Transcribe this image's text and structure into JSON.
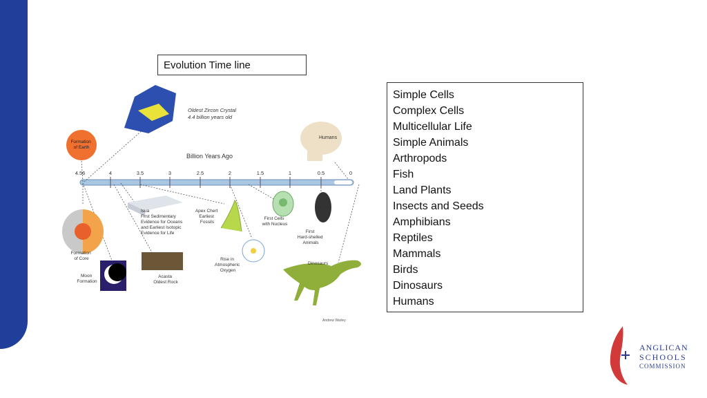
{
  "title": "Evolution Time line",
  "list_items": [
    "Simple Cells",
    "Complex Cells",
    "Multicellular Life",
    "Simple Animals",
    "Arthropods",
    "Fish",
    "Land Plants",
    "Insects and Seeds",
    "Amphibians",
    "Reptiles",
    "Mammals",
    "Birds",
    "Dinosaurs",
    "Humans"
  ],
  "diagram": {
    "axis_title": "Billion Years Ago",
    "ticks": [
      "4.56",
      "4",
      "3.5",
      "3",
      "2.5",
      "2",
      "1.5",
      "1",
      "0.5",
      "0"
    ],
    "labels": {
      "zircon": [
        "Oldest Zircon Crystal",
        "4.4 billion years old"
      ],
      "earth": [
        "Formation",
        "of Earth"
      ],
      "humans": "Humans",
      "isua": [
        "Isua",
        "First Sedimentary",
        "Evidence for Oceans",
        "and Earliest Isotopic",
        "Evidence for Life"
      ],
      "apex": [
        "Apex Chert",
        "Earliest",
        "Fossils"
      ],
      "firstcells": [
        "First Cells",
        "with Nucleus"
      ],
      "hardshelled": [
        "First",
        "Hard-shelled",
        "Animals"
      ],
      "core": [
        "Formation",
        "of Core"
      ],
      "moon": [
        "Moon",
        "Formation"
      ],
      "acasta": [
        "Acasta",
        "Oldest Rock"
      ],
      "oxygen": [
        "Rise in",
        "Atmospheric",
        "Oxygen"
      ],
      "dinosaurs": "Dinosaurs",
      "credit": "Andrew Warley"
    }
  },
  "logo": {
    "lines": [
      "ANGLICAN",
      "SCHOOLS",
      "COMMISSION"
    ]
  },
  "colors": {
    "sidebar": "#1f3f9a",
    "logo_red": "#d23a3a",
    "logo_blue": "#2a3b8f"
  }
}
